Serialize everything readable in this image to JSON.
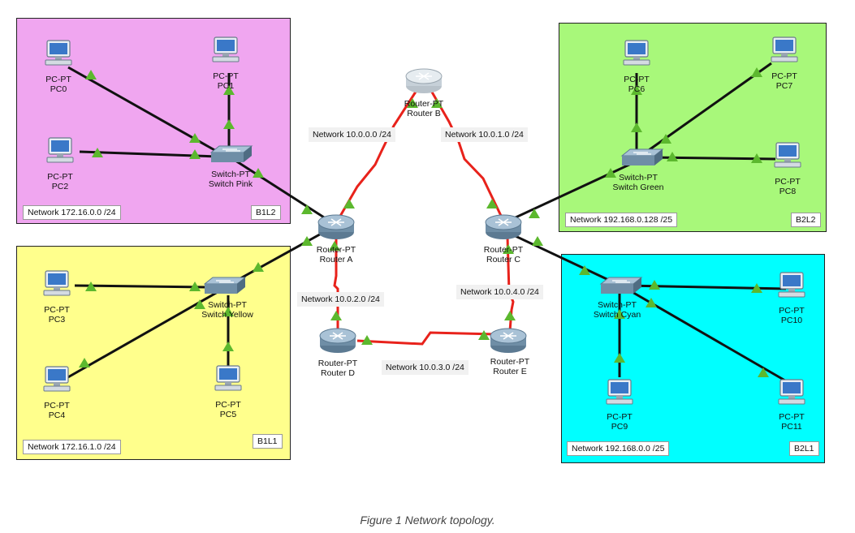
{
  "zones": {
    "pink": {
      "network": "Network 172.16.0.0 /24",
      "tag": "B1L2"
    },
    "yellow": {
      "network": "Network 172.16.1.0 /24",
      "tag": "B1L1"
    },
    "green": {
      "network": "Network 192.168.0.128 /25",
      "tag": "B2L2"
    },
    "cyan": {
      "network": "Network 192.168.0.0 /25",
      "tag": "B2L1"
    }
  },
  "wan_networks": {
    "ab": "Network 10.0.0.0 /24",
    "bc": "Network 10.0.1.0 /24",
    "ad": "Network 10.0.2.0 /24",
    "de": "Network 10.0.3.0 /24",
    "ce": "Network 10.0.4.0 /24"
  },
  "devices": {
    "pc0": {
      "type": "PC-PT",
      "name": "PC0"
    },
    "pc1": {
      "type": "PC-PT",
      "name": "PC1"
    },
    "pc2": {
      "type": "PC-PT",
      "name": "PC2"
    },
    "pc3": {
      "type": "PC-PT",
      "name": "PC3"
    },
    "pc4": {
      "type": "PC-PT",
      "name": "PC4"
    },
    "pc5": {
      "type": "PC-PT",
      "name": "PC5"
    },
    "pc6": {
      "type": "PC-PT",
      "name": "PC6"
    },
    "pc7": {
      "type": "PC-PT",
      "name": "PC7"
    },
    "pc8": {
      "type": "PC-PT",
      "name": "PC8"
    },
    "pc9": {
      "type": "PC-PT",
      "name": "PC9"
    },
    "pc10": {
      "type": "PC-PT",
      "name": "PC10"
    },
    "pc11": {
      "type": "PC-PT",
      "name": "PC11"
    },
    "sw_pink": {
      "type": "Switch-PT",
      "name": "Switch Pink"
    },
    "sw_yellow": {
      "type": "Switch-PT",
      "name": "Switch Yellow"
    },
    "sw_green": {
      "type": "Switch-PT",
      "name": "Switch Green"
    },
    "sw_cyan": {
      "type": "Switch-PT",
      "name": "Switch Cyan"
    },
    "r_a": {
      "type": "Router-PT",
      "name": "Router A"
    },
    "r_b": {
      "type": "Router-PT",
      "name": "Router B"
    },
    "r_c": {
      "type": "Router-PT",
      "name": "Router C"
    },
    "r_d": {
      "type": "Router-PT",
      "name": "Router D"
    },
    "r_e": {
      "type": "Router-PT",
      "name": "Router E"
    }
  },
  "colors": {
    "pink": "#f0a6f0",
    "yellow": "#ffff8c",
    "green": "#a8f87a",
    "cyan": "#00ffff",
    "serial_link": "#e8221b",
    "ethernet_link": "#111111",
    "link_status": "#5cb82e"
  },
  "caption": "Figure 1 Network topology."
}
